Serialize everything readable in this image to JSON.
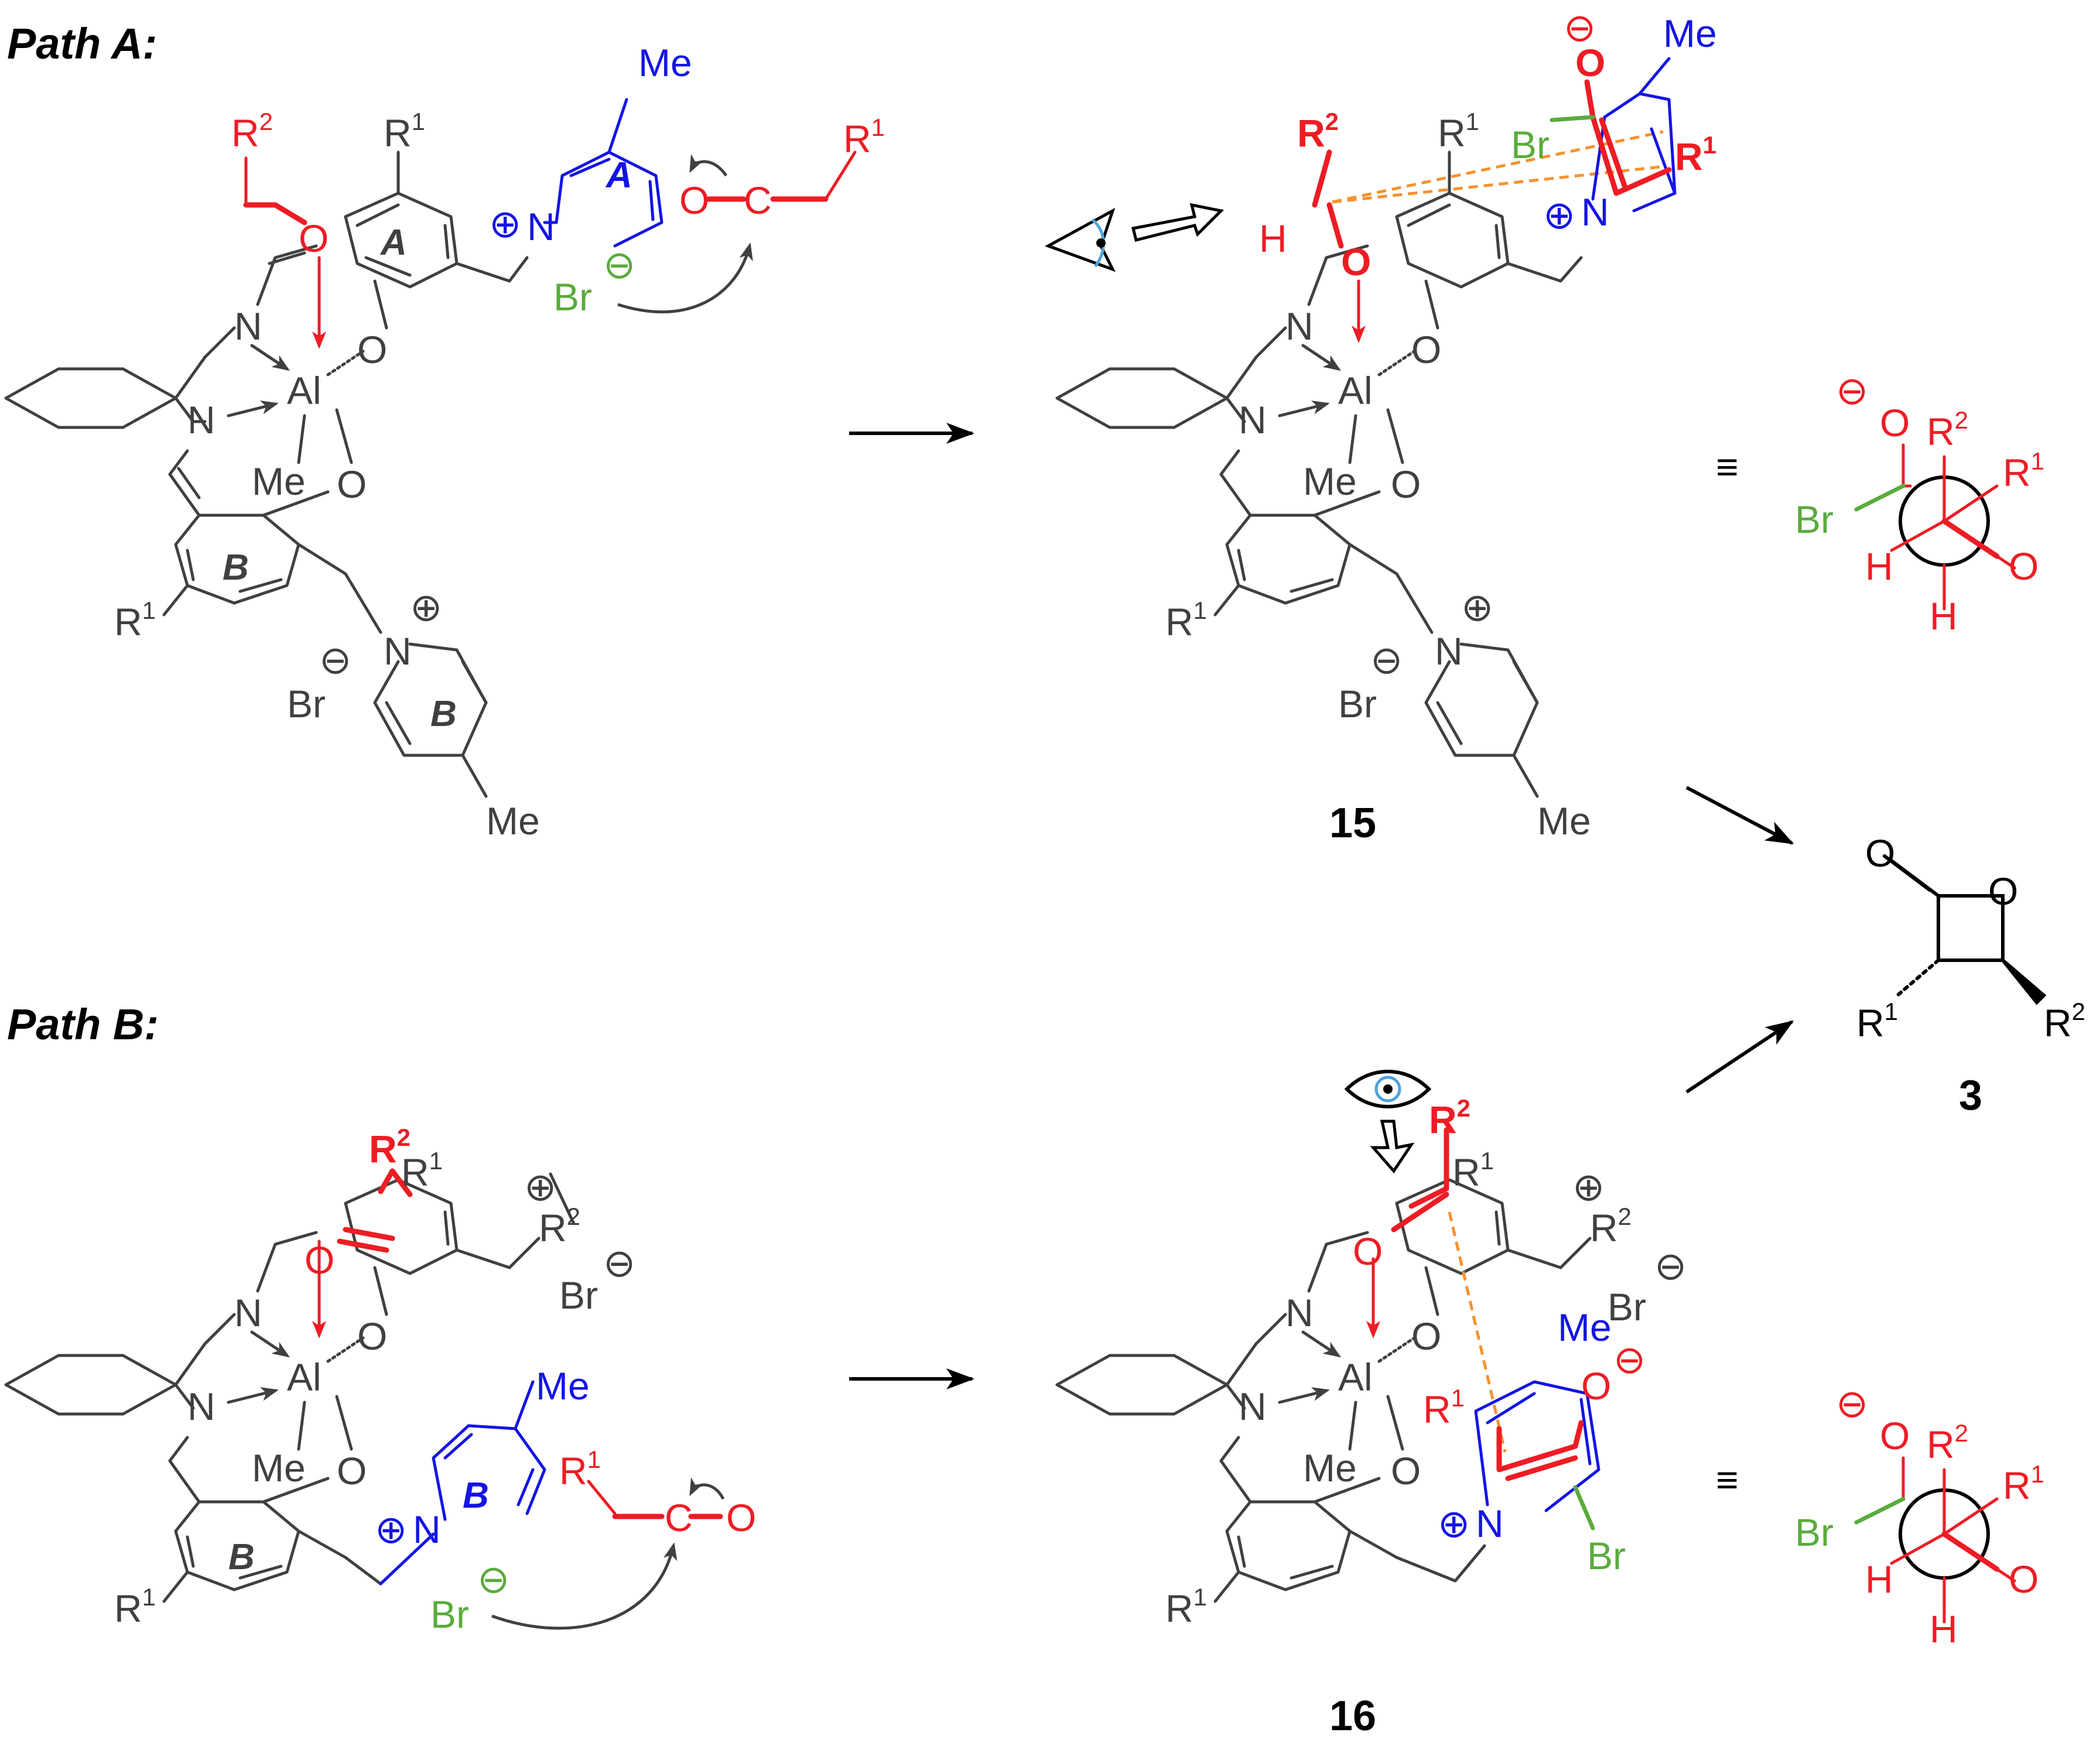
{
  "titles": {
    "path_a": "Path A:",
    "path_b": "Path B:"
  },
  "compounds": {
    "c15": "15",
    "c16": "16",
    "c3": "3"
  },
  "atoms": {
    "R": "R",
    "one": "1",
    "two": "2",
    "Me": "Me",
    "N": "N",
    "O": "O",
    "Al": "Al",
    "Br": "Br",
    "H": "H",
    "C": "C",
    "plus": "⊕",
    "minus": "⊖",
    "equiv": "≡",
    "ring_A": "A",
    "ring_B": "B"
  },
  "colors": {
    "skeleton": "#404040",
    "aldehyde_ketene": "#ee1c24",
    "pyridinium": "#1414e6",
    "bromide": "#5aab3c",
    "interaction_dash": "#f5922f"
  },
  "icons": [
    "eye-icon",
    "reaction-arrow-icon"
  ]
}
